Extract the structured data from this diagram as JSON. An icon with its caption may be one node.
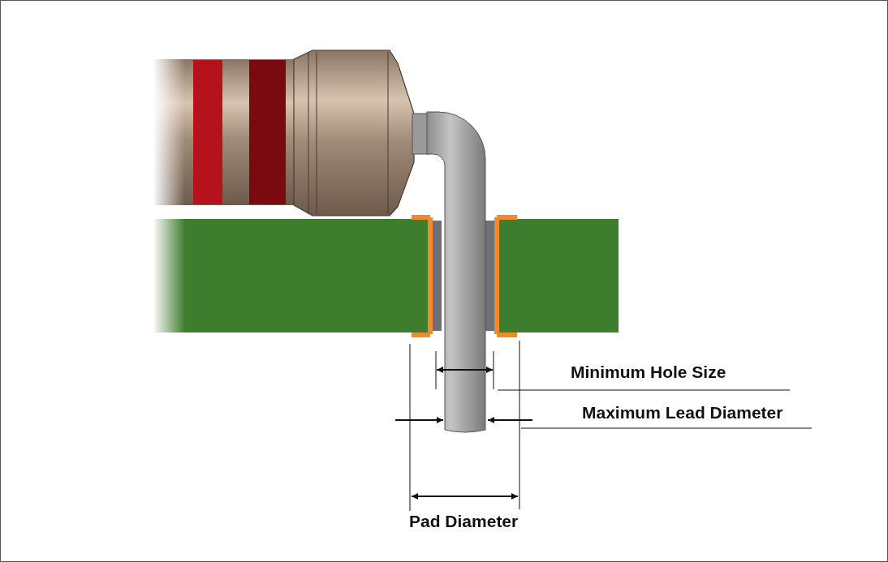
{
  "diagram": {
    "labels": [
      "Minimum Hole Size",
      "Maximum Lead Diameter",
      "Pad Diameter"
    ]
  }
}
